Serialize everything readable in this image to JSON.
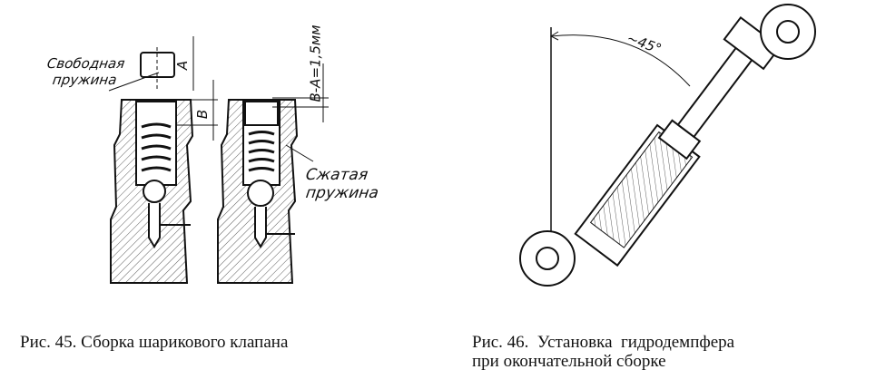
{
  "figure45": {
    "label_free_spring_1": "Свободная",
    "label_free_spring_2": "пружина",
    "dim_a": "А",
    "dim_b": "В",
    "dim_diff": "В-А=1,5мм",
    "label_compressed_1": "Сжатая",
    "label_compressed_2": "пружина",
    "caption": "Рис. 45. Сборка шарикового клапана"
  },
  "figure46": {
    "angle_label": "~45°",
    "caption_line1": "Рис. 46.  Установка  гидродемпфера",
    "caption_line2": "при окончательной сборке"
  }
}
